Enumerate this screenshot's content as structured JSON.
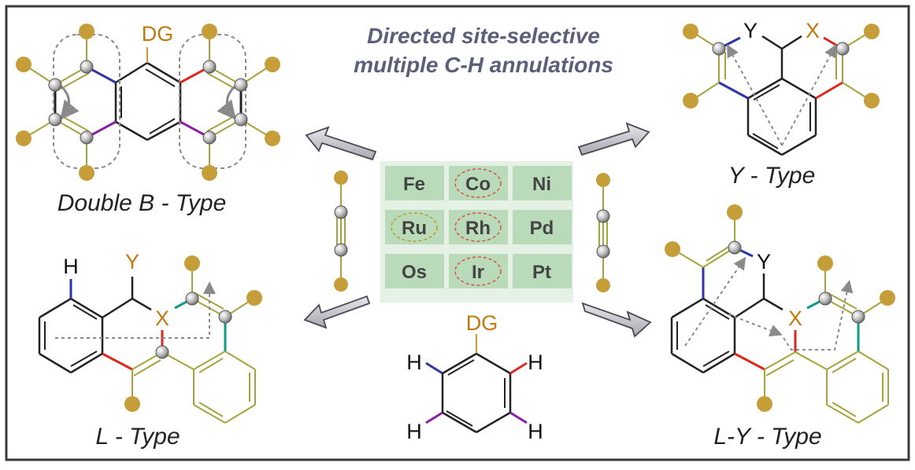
{
  "title": {
    "line1": "Directed site-selective",
    "line2": "multiple C-H annulations"
  },
  "metals": {
    "row1": [
      "Fe",
      "Co",
      "Ni"
    ],
    "row2": [
      "Ru",
      "Rh",
      "Pd"
    ],
    "row3": [
      "Os",
      "Ir",
      "Pt"
    ],
    "highlighted": [
      "Co",
      "Ru",
      "Rh",
      "Ir"
    ]
  },
  "types": {
    "double_b": "Double B - Type",
    "y": "Y - Type",
    "l": "L - Type",
    "l_y": "L-Y - Type"
  },
  "atoms": {
    "dg": "DG",
    "h": "H",
    "x": "X",
    "y": "Y"
  },
  "colors": {
    "title": "#5d5d7c",
    "gold": "#c59e3a",
    "gold_bond": "#a7a33c",
    "metal_tile": "#b9dbb9",
    "frame": "#3a3a3a",
    "blue_bond": "#2d35a8",
    "red_bond": "#dd2a20",
    "purple_bond": "#8a1fa6",
    "teal_bond": "#0f9a84",
    "dg_label": "#c27a10"
  }
}
